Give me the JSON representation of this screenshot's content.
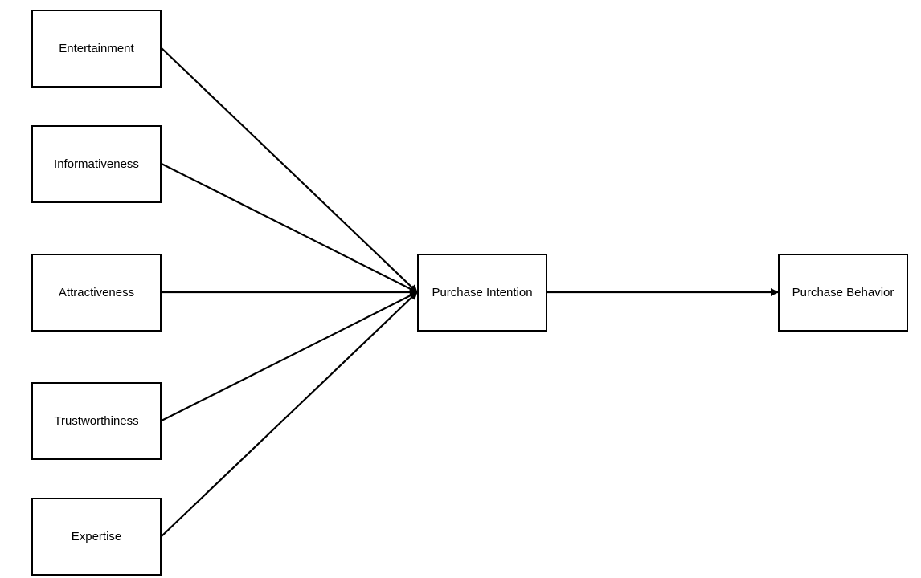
{
  "nodes": {
    "entertainment": "Entertainment",
    "informativeness": "Informativeness",
    "attractiveness": "Attractiveness",
    "trustworthiness": "Trustworthiness",
    "expertise": "Expertise",
    "purchase_intention": "Purchase Intention",
    "purchase_behavior": "Purchase Behavior"
  },
  "edges": [
    {
      "from": "entertainment",
      "to": "purchase_intention"
    },
    {
      "from": "informativeness",
      "to": "purchase_intention"
    },
    {
      "from": "attractiveness",
      "to": "purchase_intention"
    },
    {
      "from": "trustworthiness",
      "to": "purchase_intention"
    },
    {
      "from": "expertise",
      "to": "purchase_intention"
    },
    {
      "from": "purchase_intention",
      "to": "purchase_behavior"
    }
  ],
  "colors": {
    "stroke": "#000000",
    "background": "#ffffff",
    "text": "#000000"
  }
}
